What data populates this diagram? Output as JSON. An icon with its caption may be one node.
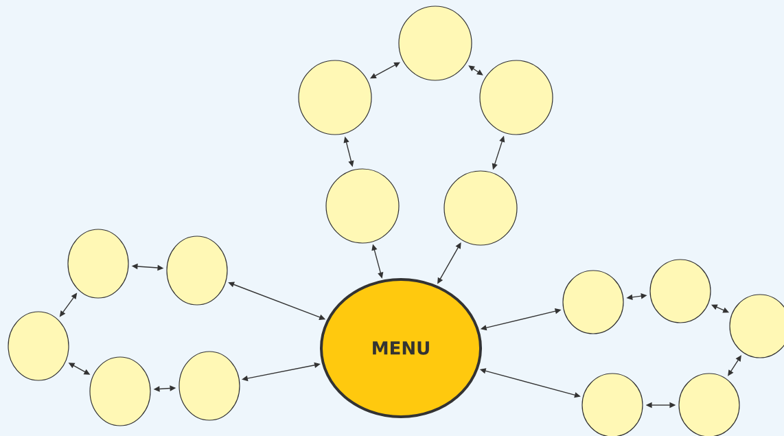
{
  "diagram": {
    "nodes": [
      {
        "text": [
          "MENU"
        ]
      },
      {
        "text": [],
        "shape": "circle"
      },
      {
        "text": [],
        "shape": "circle"
      },
      {
        "text": [],
        "shape": "circle"
      },
      {
        "text": [],
        "shape": "circle"
      },
      {
        "text": [],
        "shape": "circle"
      },
      {
        "text": [],
        "shape": "circle"
      },
      {
        "text": [],
        "shape": "circle"
      },
      {
        "text": [],
        "shape": "circle"
      },
      {
        "text": [],
        "shape": "circle"
      },
      {
        "text": [],
        "shape": "circle"
      },
      {
        "text": [],
        "shape": "circle"
      },
      {
        "text": [],
        "shape": "circle"
      },
      {
        "text": [],
        "shape": "circle"
      },
      {
        "text": [],
        "shape": "circle"
      },
      {
        "text": [],
        "shape": "circle"
      }
    ],
    "edges": [
      {
        "from": 3,
        "to": 2,
        "arrow": "both"
      },
      {
        "from": 2,
        "to": 1,
        "arrow": "both"
      },
      {
        "from": 1,
        "to": 4,
        "arrow": "both"
      },
      {
        "from": 4,
        "to": 5,
        "arrow": "both"
      },
      {
        "from": 3,
        "to": 0,
        "arrow": "both"
      },
      {
        "from": 5,
        "to": 0,
        "arrow": "both"
      },
      {
        "from": 6,
        "to": 7,
        "arrow": "both"
      },
      {
        "from": 6,
        "to": 8,
        "arrow": "both"
      },
      {
        "from": 8,
        "to": 9,
        "arrow": "both"
      },
      {
        "from": 9,
        "to": 10,
        "arrow": "both"
      },
      {
        "from": 7,
        "to": 0,
        "arrow": "both"
      },
      {
        "from": 10,
        "to": 0,
        "arrow": "both"
      },
      {
        "from": 11,
        "to": 12,
        "arrow": "both"
      },
      {
        "from": 12,
        "to": 13,
        "arrow": "both"
      },
      {
        "from": 13,
        "to": 14,
        "arrow": "both"
      },
      {
        "from": 14,
        "to": 15,
        "arrow": "both"
      },
      {
        "from": 11,
        "to": 0,
        "arrow": "both"
      },
      {
        "from": 15,
        "to": 0,
        "arrow": "both"
      }
    ]
  }
}
